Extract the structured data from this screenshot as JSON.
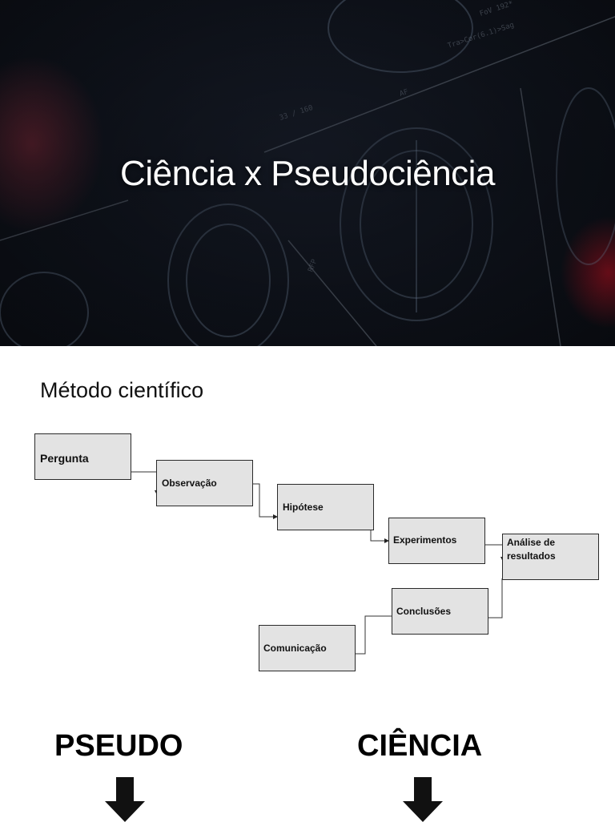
{
  "title_slide": {
    "title": "Ciência x Pseudociência",
    "background": "brain-scan-mri-image",
    "colors": {
      "background": "#10141d",
      "title": "#ffffff"
    }
  },
  "method_slide": {
    "heading": "Método científico",
    "steps": {
      "pergunta": "Pergunta",
      "observacao": "Observação",
      "hipotese": "Hipótese",
      "experimentos": "Experimentos",
      "analise_line1": "Análise de",
      "analise_line2": "resultados",
      "conclusoes": "Conclusões",
      "comunicacao": "Comunicação"
    },
    "colors": {
      "box_fill": "#e3e3e3",
      "box_border": "#2a2a2a"
    },
    "comparison": {
      "left_label": "PSEUDO",
      "right_label": "CIÊNCIA",
      "arrow_icon": "arrow-down-icon"
    }
  }
}
